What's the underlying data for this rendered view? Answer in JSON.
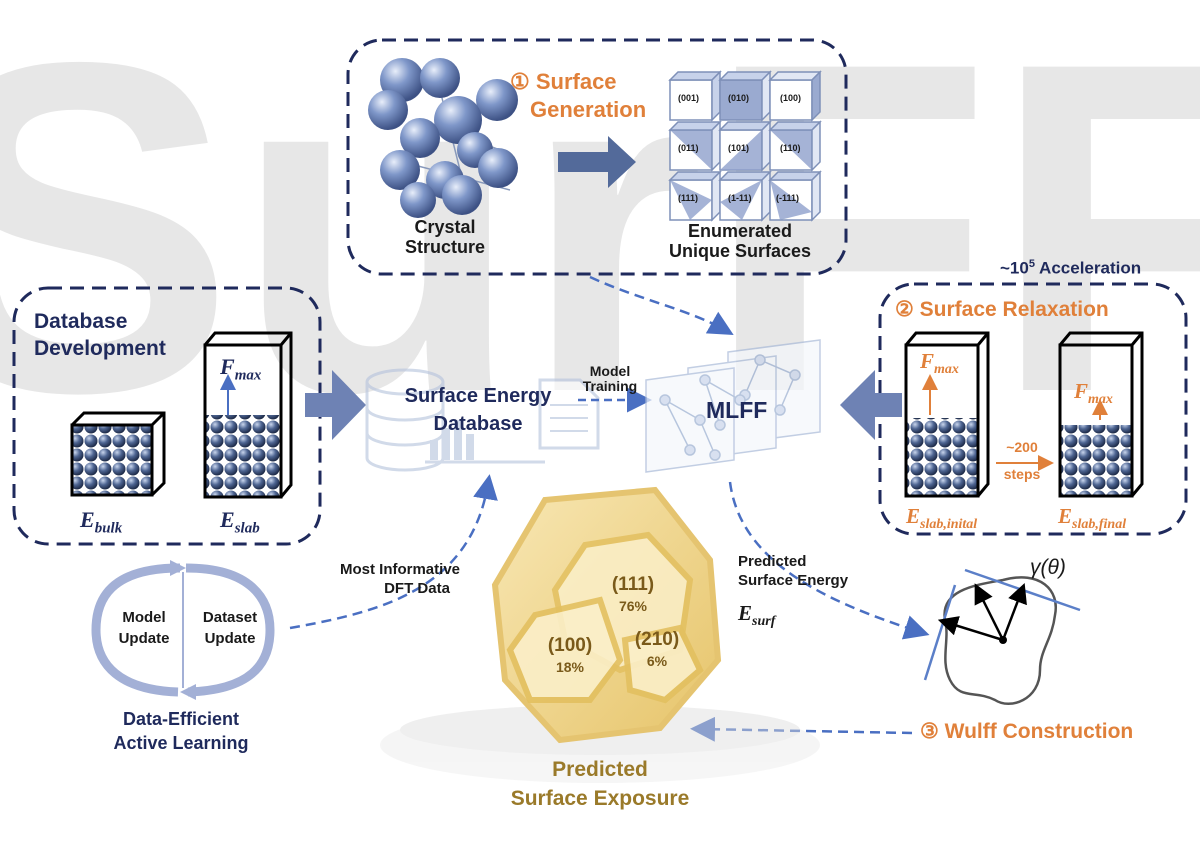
{
  "watermark": "SurFF",
  "surface_generation": {
    "step": "① Surface",
    "step_line2": "Generation",
    "crystal_label_line1": "Crystal",
    "crystal_label_line2": "Structure",
    "enumerated_line1": "Enumerated",
    "enumerated_line2": "Unique Surfaces",
    "facets": [
      "(001)",
      "(010)",
      "(100)",
      "(011)",
      "(101)",
      "(110)",
      "(111)",
      "(1-11)",
      "(-111)"
    ]
  },
  "acceleration": {
    "prefix": "~10",
    "exponent": "5",
    "suffix": " Acceleration"
  },
  "database_development": {
    "title_line1": "Database",
    "title_line2": "Development",
    "f_max": "F",
    "f_max_sub": "max",
    "e_bulk": "E",
    "e_bulk_sub": "bulk",
    "e_slab": "E",
    "e_slab_sub": "slab"
  },
  "surface_energy_database": {
    "line1": "Surface Energy",
    "line2": "Database"
  },
  "model_training": {
    "line1": "Model",
    "line2": "Training"
  },
  "mlff": "MLFF",
  "surface_relaxation": {
    "title": "② Surface Relaxation",
    "f_max": "F",
    "f_max_sub": "max",
    "steps_line1": "~200",
    "steps_line2": "steps",
    "e_initial": "E",
    "e_initial_sub": "slab,inital",
    "e_final": "E",
    "e_final_sub": "slab,final"
  },
  "most_informative": {
    "line1": "Most Informative",
    "line2": "DFT Data"
  },
  "predicted_surface_energy": {
    "line1": "Predicted",
    "line2": "Surface Energy",
    "symbol": "E",
    "symbol_sub": "surf"
  },
  "gamma": "γ(θ)",
  "active_learning": {
    "model_update_line1": "Model",
    "model_update_line2": "Update",
    "dataset_update_line1": "Dataset",
    "dataset_update_line2": "Update",
    "title_line1": "Data-Efficient",
    "title_line2": "Active Learning"
  },
  "wulff": {
    "facets": [
      {
        "miller": "(111)",
        "pct": "76%"
      },
      {
        "miller": "(100)",
        "pct": "18%"
      },
      {
        "miller": "(210)",
        "pct": "6%"
      }
    ],
    "construction": "③ Wulff Construction"
  },
  "predicted_exposure": {
    "line1": "Predicted",
    "line2": "Surface Exposure"
  },
  "colors": {
    "navy": "#1f2a5c",
    "orange": "#e0803a",
    "arrow_blue": "#4a6fc2",
    "gold": "#e8c873"
  }
}
